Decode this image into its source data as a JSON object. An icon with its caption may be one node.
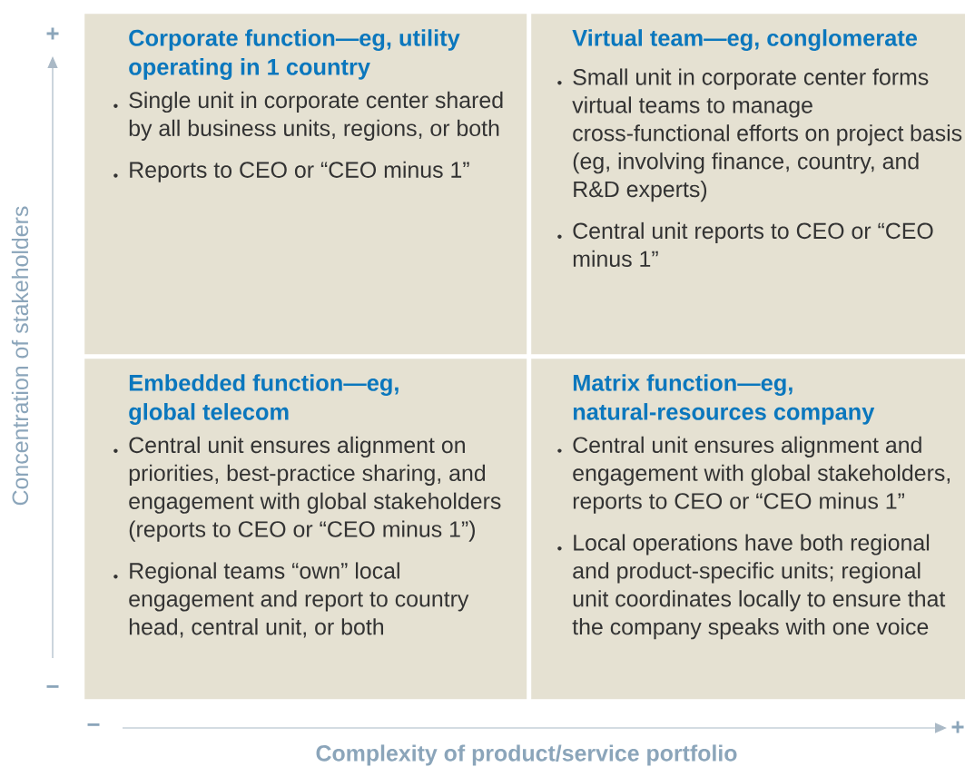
{
  "diagram": {
    "nodes": [
      {
        "text": [
          "Corporate function—eg, utility operating in 1 country",
          "Single unit in corporate center shared by all business units, regions, or both",
          "Reports to CEO or “CEO minus 1”"
        ]
      },
      {
        "text": [
          "Virtual team—eg, conglomerate",
          "Small unit in corporate center forms virtual teams to manage cross-functional efforts on project basis (eg, involving finance, country, and R&D experts)",
          "Central unit reports to CEO or “CEO minus 1”"
        ]
      },
      {
        "text": [
          "Embedded function—eg, global telecom",
          "Central unit ensures alignment on priorities, best-practice sharing, and engagement with global stakeholders (reports to CEO or “CEO minus 1”)",
          "Regional teams “own” local engagement and report to country head, central unit, or both"
        ]
      },
      {
        "text": [
          "Matrix function—eg, natural-resources company",
          "Central unit ensures alignment and engagement with global stakeholders, reports to CEO or “CEO minus 1”",
          "Local operations have both regional and product-specific units; regional unit coordinates locally to ensure that the company speaks with one voice"
        ]
      }
    ],
    "labels": [
      "+",
      "Concentration of stakeholders",
      "−",
      "−",
      "Complexity of product/service portfolio",
      "+"
    ]
  }
}
